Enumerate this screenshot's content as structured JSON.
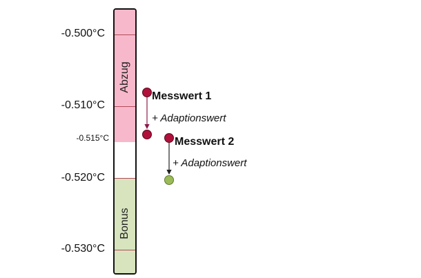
{
  "scale_labels": [
    "-0.500°C",
    "-0.510°C",
    "-0.515°C",
    "-0.520°C",
    "-0.530°C"
  ],
  "zones": {
    "upper": "Abzug",
    "lower": "Bonus"
  },
  "annotations": {
    "m1": "Messwert 1",
    "m2": "Messwert 2",
    "adapt1": "+ Adaptionswert",
    "adapt2": "+ Adaptionswert"
  },
  "colors": {
    "pink": "#f8b8cb",
    "green": "#d7e4bd",
    "red": "#b0103a",
    "olive": "#9bbb59"
  }
}
